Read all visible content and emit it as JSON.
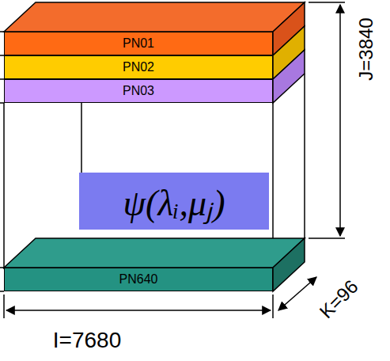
{
  "diagram": {
    "nodes": [
      {
        "text": [
          "PN01"
        ]
      },
      {
        "text": [
          "PN02"
        ]
      },
      {
        "text": [
          "PN03"
        ]
      },
      {
        "text": [
          "ψ(λᵢ,μⱼ)"
        ]
      },
      {
        "text": [
          "PN640"
        ]
      }
    ],
    "labels": [
      "I=7680",
      "J=3840",
      "K=96"
    ]
  }
}
